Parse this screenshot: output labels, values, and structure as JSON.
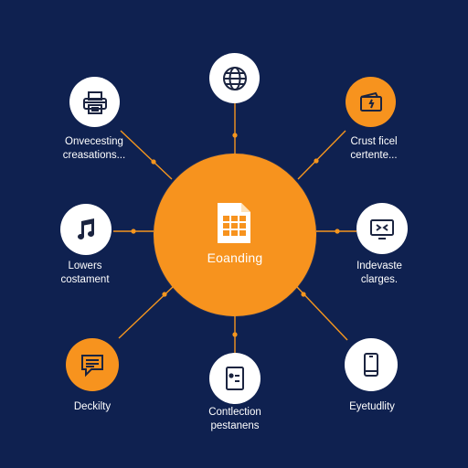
{
  "colors": {
    "background": "#0f2150",
    "accent": "#f7931e",
    "node_fill": "#ffffff",
    "icon_dark": "#1b2440"
  },
  "hub": {
    "label": "Eoanding",
    "icon": "spreadsheet-document-icon"
  },
  "nodes": [
    {
      "id": "top",
      "icon": "globe-icon",
      "style": "white",
      "label_lines": []
    },
    {
      "id": "top-left",
      "icon": "printer-icon",
      "style": "white",
      "label_lines": [
        "Onvecesting",
        "creasations..."
      ]
    },
    {
      "id": "top-right",
      "icon": "wallet-icon",
      "style": "orange",
      "label_lines": [
        "Crust ficel",
        "certente..."
      ]
    },
    {
      "id": "left",
      "icon": "music-note-icon",
      "style": "white",
      "label_lines": [
        "Lowers",
        "costament"
      ]
    },
    {
      "id": "right",
      "icon": "monitor-icon",
      "style": "white",
      "label_lines": [
        "Indevaste",
        "clarges."
      ]
    },
    {
      "id": "bottom-left",
      "icon": "notes-icon",
      "style": "orange",
      "label_lines": [
        "Deckilty"
      ]
    },
    {
      "id": "bottom",
      "icon": "document-icon",
      "style": "white",
      "label_lines": [
        "Contlection",
        "pestanens"
      ]
    },
    {
      "id": "bottom-right",
      "icon": "smartphone-icon",
      "style": "white",
      "label_lines": [
        "Eyetudlity"
      ]
    }
  ]
}
